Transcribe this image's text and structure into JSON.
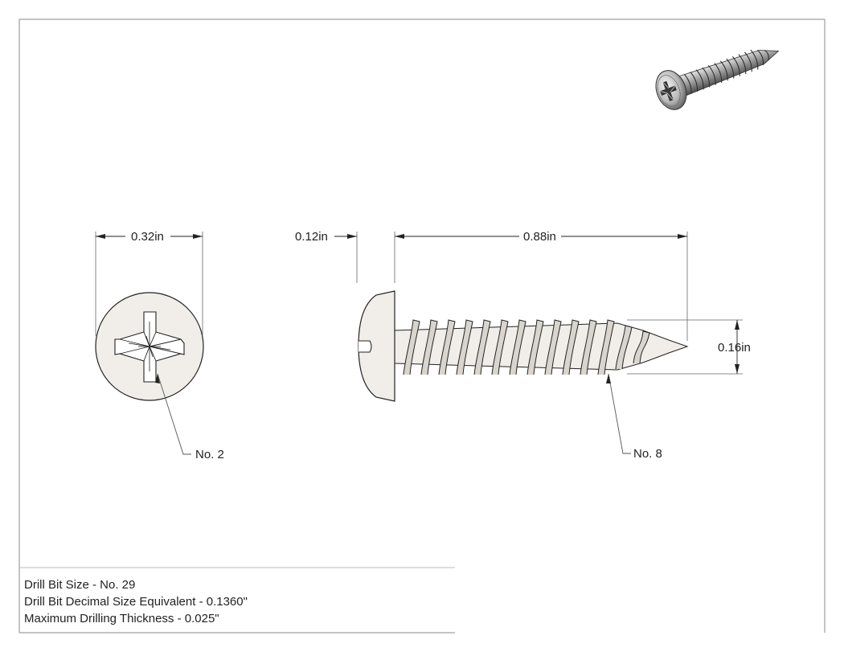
{
  "dimensions": {
    "head_diameter": "0.32in",
    "head_height": "0.12in",
    "shank_length": "0.88in",
    "thread_diameter": "0.16in"
  },
  "callouts": {
    "drive_size": "No. 2",
    "screw_size": "No. 8"
  },
  "notes": [
    "Drill Bit Size - No. 29",
    "Drill Bit Decimal Size Equivalent - 0.1360\"",
    "Maximum Drilling Thickness - 0.025\""
  ],
  "colors": {
    "line": "#222222",
    "face": "#f1eee9",
    "thread_shade": "#d9d5ce",
    "iso_dark": "#555555",
    "iso_light": "#cfcfcf"
  }
}
